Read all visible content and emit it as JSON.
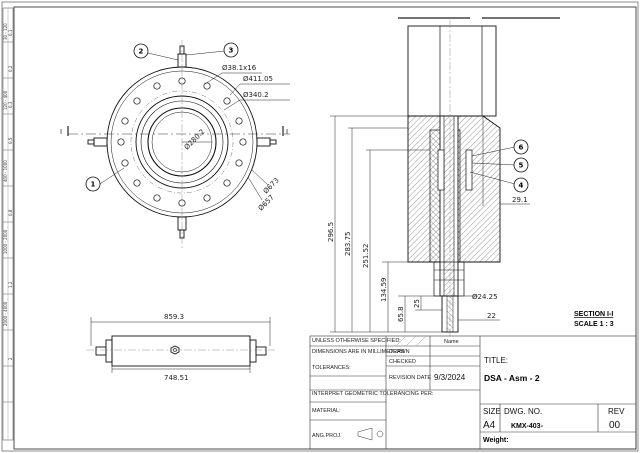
{
  "balloons": [
    "1",
    "2",
    "3",
    "4",
    "5",
    "6"
  ],
  "front_view": {
    "dims": [
      "Ø38.1x16",
      "Ø411.05",
      "Ø340.2",
      "Ø280.2",
      "Ø673",
      "Ø657"
    ],
    "section_mark": "I"
  },
  "side_view": {
    "dims": [
      "859.3",
      "748.51"
    ]
  },
  "section_view": {
    "dims": [
      "296.5",
      "283.75",
      "251.52",
      "134.59",
      "65.8",
      "25",
      "Ø24.25",
      "22",
      "29.1"
    ],
    "title": "SECTION I-I",
    "scale": "SCALE 1 : 3"
  },
  "border_zones": [
    "30 - 120",
    "120 - 400",
    "400 - 1000",
    "1000 - 2000",
    "2000 - 4000",
    "0.1",
    "0.2",
    "0.3",
    "0.5",
    "0.8",
    "1.2",
    "2"
  ],
  "title_block": {
    "unless_specified": "UNLESS OTHERWISE SPECIFIED:",
    "name_header": "Name",
    "dims_in_mm": "DIMENSIONS ARE IN MILLIMETERS",
    "tolerances": "TOLERANCES:",
    "interpret": "INTERPRET GEOMETRIC TOLERANCING PER:",
    "material": "MATERIAL:",
    "ang_proj": "ANG.PROJ.",
    "drawn": "DRAWN",
    "checked": "CHECKED",
    "revision_date_label": "REVISION DATE",
    "revision_date": "9/3/2024",
    "title_label": "TITLE:",
    "title": "DSA - Asm - 2",
    "size_label": "SIZE",
    "dwg_no_label": "DWG.  NO.",
    "rev_label": "REV",
    "size": "A4",
    "dwg_no": "KMX-403-",
    "rev": "00",
    "weight_label": "Weight:"
  }
}
